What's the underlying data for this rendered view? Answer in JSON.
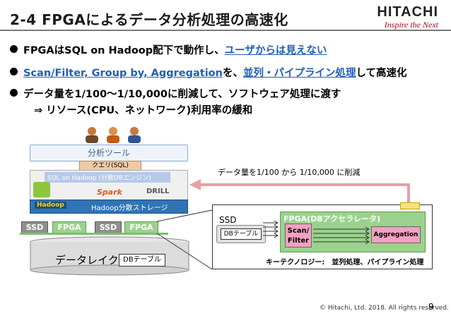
{
  "header": {
    "title": "2-4 FPGAによるデータ分析処理の高速化",
    "logo_main": "HITACHI",
    "logo_tagline": "Inspire the Next"
  },
  "bullets": {
    "b1_prefix": "FPGAはSQL on Hadoop配下で動作し、",
    "b1_link": "ユーザからは見えない",
    "b2_link1": "Scan/Filter, Group by, Aggregation",
    "b2_mid": "を、",
    "b2_link2": "並列・パイプライン処理",
    "b2_suffix": "して高速化",
    "b3": "データ量を1/100～1/10,000に削減して、ソフトウェア処理に渡す",
    "b4": "⇒ リソース(CPU、ネットワーク)利用率の緩和"
  },
  "diagram": {
    "analysis_tool": "分析ツール",
    "query": "クエリ(SQL)",
    "sql_on_hadoop": "SQL on Hadoop (分散DBエンジン)",
    "spark": "Spark",
    "drill": "DRILL",
    "hadoop": "Hadoop",
    "hadoop_storage": "Hadoop分散ストレージ",
    "ssd": "SSD",
    "fpga": "FPGA",
    "data_lake": "データレイク",
    "db_table": "DBテーブル",
    "reduction_text": "データ量を1/100 から 1/10,000 に削減",
    "fpga_accel_title": "FPGA(DBアクセラレータ)",
    "scan_filter_1": "Scan/",
    "scan_filter_2": "Filter",
    "aggregation": "Aggregation",
    "key_tech": "キーテクノロジー:　並列処理、パイプライン処理"
  },
  "footer": {
    "copyright": "© Hitachi, Ltd. 2018. All rights reserved.",
    "page_number": "9"
  },
  "colors": {
    "accent_blue": "#1f5fb3",
    "arrow_pink": "#e7a0a6",
    "fpga_green": "#9ad28d",
    "hitachi_red": "#b00020"
  }
}
